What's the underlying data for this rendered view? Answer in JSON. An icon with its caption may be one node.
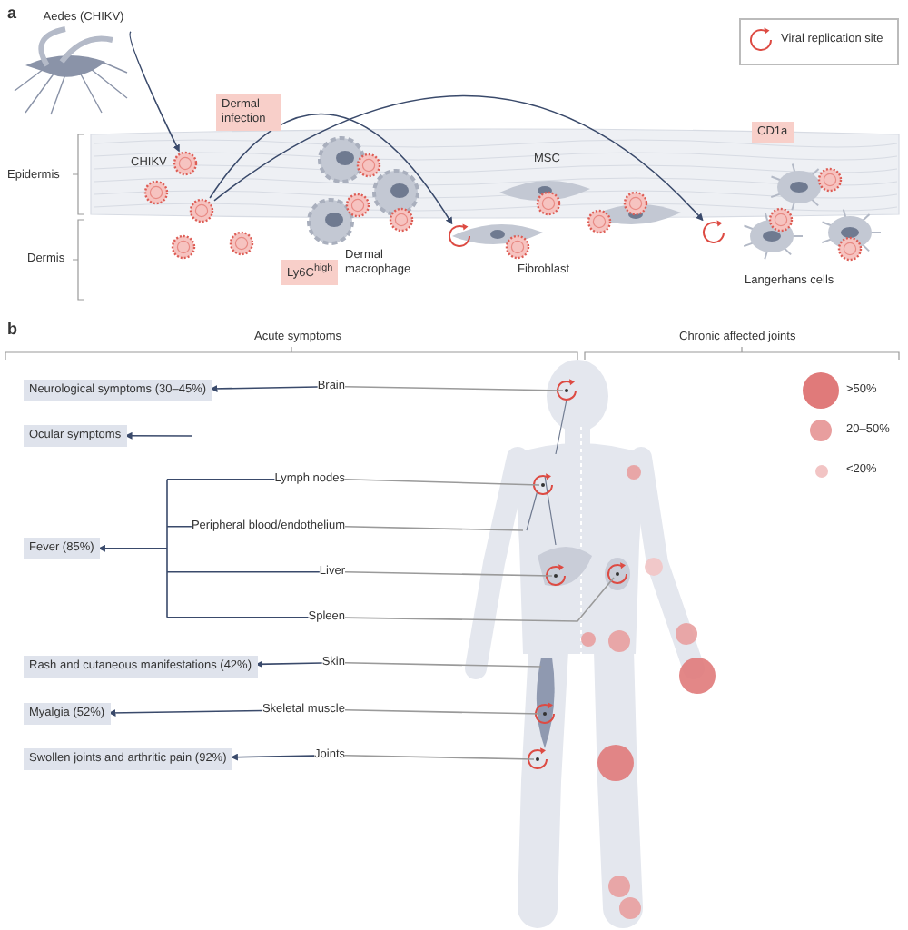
{
  "diagram": {
    "nodes": [
      {
        "text": [
          "Aedes (CHIKV)"
        ]
      },
      {
        "text": [
          "CHIKV"
        ]
      },
      {
        "text": [],
        "shape": "circle"
      },
      {
        "text": [],
        "shape": "circle"
      },
      {
        "text": [],
        "shape": "circle"
      },
      {
        "text": [
          "Neurological symptoms (30–45%)"
        ]
      },
      {
        "text": [
          "Brain"
        ]
      },
      {
        "text": [
          "Ocular symptoms"
        ]
      },
      {
        "text": [
          "Fever (85%)"
        ]
      },
      {
        "text": [
          "Lymph nodes"
        ]
      },
      {
        "text": [
          "Peripheral blood/endothelium"
        ]
      },
      {
        "text": [
          "Liver"
        ]
      },
      {
        "text": [
          "Spleen"
        ]
      },
      {
        "text": [
          "Rash and cutaneous manifestations (42%)"
        ]
      },
      {
        "text": [
          "Skin"
        ]
      },
      {
        "text": [
          "Myalgia (52%)"
        ]
      },
      {
        "text": [
          "Skeletal muscle"
        ]
      },
      {
        "text": [
          "Swollen joints and arthritic pain (92%)"
        ]
      },
      {
        "text": [
          "Joints"
        ]
      }
    ],
    "edges": [
      {
        "from": 0,
        "to": 1,
        "arrow": "to"
      },
      {
        "from": 2,
        "to": 3,
        "arrow": "to"
      },
      {
        "from": 2,
        "to": 4,
        "arrow": "to"
      },
      {
        "from": 6,
        "to": 5,
        "arrow": "to"
      },
      {
        "from": null,
        "to": 7,
        "arrow": "to"
      },
      {
        "from": 9,
        "to": 8,
        "arrow": "to"
      },
      {
        "from": 10,
        "to": 8,
        "arrow": "to"
      },
      {
        "from": 11,
        "to": 8,
        "arrow": "to"
      },
      {
        "from": 12,
        "to": 8,
        "arrow": "to"
      },
      {
        "from": 14,
        "to": 13,
        "arrow": "to"
      },
      {
        "from": 16,
        "to": 15,
        "arrow": "to"
      },
      {
        "from": 18,
        "to": 17,
        "arrow": "to"
      },
      {
        "from": 6,
        "to": null,
        "arrow": "none",
        "color": "#9a9a9a"
      },
      {
        "from": 9,
        "to": null,
        "arrow": "none",
        "color": "#9a9a9a"
      },
      {
        "from": 10,
        "to": null,
        "arrow": "none",
        "color": "#9a9a9a"
      },
      {
        "from": 11,
        "to": null,
        "arrow": "none",
        "color": "#9a9a9a"
      },
      {
        "from": 12,
        "to": null,
        "arrow": "none",
        "color": "#9a9a9a"
      },
      {
        "from": 14,
        "to": null,
        "arrow": "none",
        "color": "#9a9a9a"
      },
      {
        "from": 16,
        "to": null,
        "arrow": "none",
        "color": "#9a9a9a"
      },
      {
        "from": 18,
        "to": null,
        "arrow": "none",
        "color": "#9a9a9a"
      }
    ],
    "labels": [
      "a",
      "Dermal infection",
      "Epidermis",
      "Ly6C$^{high}$",
      "Dermal macrophage",
      "Dermis",
      "MSC",
      "Fibroblast",
      "CD1a",
      "Langerhans cells",
      "b",
      "Acute symptoms",
      "Chronic affected joints"
    ],
    "legend": [
      {
        "text": "Viral replication site"
      },
      {
        "text": ">50%",
        "color": "#e07a7a"
      },
      {
        "text": "20–50%",
        "color": "#e89e9e"
      },
      {
        "text": "<20%",
        "color": "#f2c4c4"
      }
    ]
  }
}
